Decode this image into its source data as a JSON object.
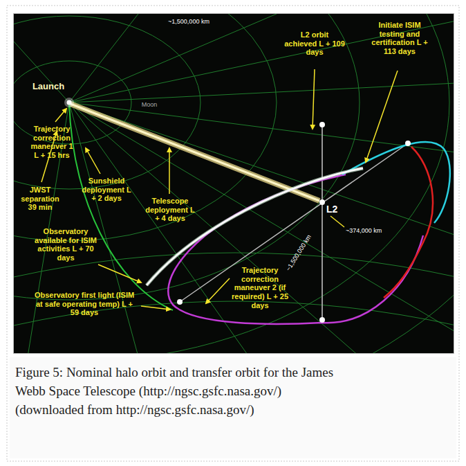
{
  "diagram": {
    "caption": "Figure 5: Nominal halo orbit and transfer orbit for the James Webb Space Telescope (http://ngsc.gsfc.nasa.gov/) (downloaded from http://ngsc.gsfc.nasa.gov/)",
    "labels": [
      "Launch",
      "~1,500,000 km",
      "Moon",
      "L2 orbit achieved L + 109 days",
      "Initiate ISIM testing and certification L + 113 days",
      "Trajectory correction maneuver 1 L + 15 hrs",
      "Sunshield deployment L + 2 days",
      "Telescope deployment L + 4 days",
      "JWST separation 39 min",
      "Observatory available for ISIM activities L + 70 days",
      "Observatory first light (ISIM at safe operating temp) L + 59 days",
      "Trajectory correction maneuver 2 (if required) L + 25 days",
      "L2",
      "~374,000 km",
      "~1,500,000 km"
    ]
  }
}
